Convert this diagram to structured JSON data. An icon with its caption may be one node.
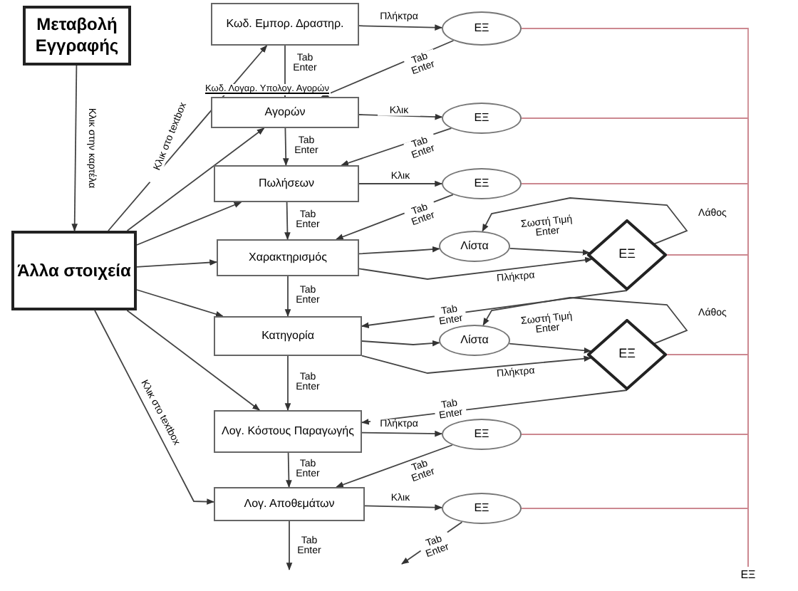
{
  "diagram": {
    "nodes": [
      {
        "text": [
          "Μεταβολή Εγγραφής"
        ]
      },
      {
        "text": [
          "Άλλα στοιχεία"
        ]
      },
      {
        "text": [
          "Κωδ. Εμπορ. Δραστηρ."
        ]
      },
      {
        "text": [
          "Αγορών"
        ],
        "beside": [
          "Κωδ. Λογαρ. Υπολογ. Αγορών"
        ]
      },
      {
        "text": [
          "Πωλήσεων"
        ]
      },
      {
        "text": [
          "Χαρακτηρισμός"
        ]
      },
      {
        "text": [
          "Κατηγορία"
        ]
      },
      {
        "text": [
          "Λογ. Κόστους Παραγωγής"
        ]
      },
      {
        "text": [
          "Λογ. Αποθεμάτων"
        ]
      },
      {
        "text": [
          "ΕΞ"
        ]
      },
      {
        "text": [
          "ΕΞ"
        ]
      },
      {
        "text": [
          "ΕΞ"
        ]
      },
      {
        "text": [
          "Λίστα"
        ]
      },
      {
        "text": [
          "ΕΞ"
        ]
      },
      {
        "text": [
          "Λίστα"
        ]
      },
      {
        "text": [
          "ΕΞ"
        ]
      },
      {
        "text": [
          "ΕΞ"
        ]
      },
      {
        "text": [
          "ΕΞ"
        ]
      },
      {
        "text": [
          "ΕΞ"
        ]
      }
    ],
    "edges": [
      {
        "from": 0,
        "to": 1,
        "arrow": "to",
        "label": "Κλικ στην καρτέλα"
      },
      {
        "from": 1,
        "to": 2,
        "arrow": "to",
        "label": "Κλικ στο textbox"
      },
      {
        "from": 1,
        "to": 3,
        "arrow": "to"
      },
      {
        "from": 1,
        "to": 4,
        "arrow": "to"
      },
      {
        "from": 1,
        "to": 5,
        "arrow": "to"
      },
      {
        "from": 1,
        "to": 6,
        "arrow": "to"
      },
      {
        "from": 1,
        "to": 7,
        "arrow": "to"
      },
      {
        "from": 1,
        "to": 8,
        "arrow": "to",
        "label": "Κλικ στο textbox"
      },
      {
        "from": 2,
        "to": 3,
        "arrow": "to",
        "label": "Tab Enter"
      },
      {
        "from": 3,
        "to": 4,
        "arrow": "to",
        "label": "Tab Enter"
      },
      {
        "from": 4,
        "to": 5,
        "arrow": "to",
        "label": "Tab Enter"
      },
      {
        "from": 5,
        "to": 6,
        "arrow": "to",
        "label": "Tab Enter"
      },
      {
        "from": 6,
        "to": 7,
        "arrow": "to",
        "label": "Tab Enter"
      },
      {
        "from": 7,
        "to": 8,
        "arrow": "to",
        "label": "Tab Enter"
      },
      {
        "from": 8,
        "to": null,
        "arrow": "to",
        "label": "Tab Enter"
      },
      {
        "from": 2,
        "to": 9,
        "arrow": "to",
        "label": "Πλήκτρα"
      },
      {
        "from": 9,
        "to": 3,
        "arrow": "to",
        "label": "Tab Enter"
      },
      {
        "from": 3,
        "to": 10,
        "arrow": "to",
        "label": "Κλικ"
      },
      {
        "from": 10,
        "to": 4,
        "arrow": "to",
        "label": "Tab Enter"
      },
      {
        "from": 4,
        "to": 11,
        "arrow": "to",
        "label": "Κλικ"
      },
      {
        "from": 11,
        "to": 5,
        "arrow": "to",
        "label": "Tab Enter"
      },
      {
        "from": 5,
        "to": 12,
        "arrow": "to"
      },
      {
        "from": 12,
        "to": 13,
        "arrow": "to",
        "label": "Σωστή Τιμή Enter"
      },
      {
        "from": 13,
        "to": 12,
        "arrow": "to",
        "label": "Λάθος"
      },
      {
        "from": 5,
        "to": 13,
        "arrow": "to",
        "label": "Πλήκτρα"
      },
      {
        "from": 13,
        "to": 6,
        "arrow": "to",
        "label": "Tab Enter"
      },
      {
        "from": 6,
        "to": 14,
        "arrow": "to"
      },
      {
        "from": 14,
        "to": 15,
        "arrow": "to",
        "label": "Σωστή Τιμή Enter"
      },
      {
        "from": 15,
        "to": 14,
        "arrow": "to",
        "label": "Λάθος"
      },
      {
        "from": 6,
        "to": 15,
        "arrow": "to",
        "label": "Πλήκτρα"
      },
      {
        "from": 15,
        "to": 7,
        "arrow": "to",
        "label": "Tab Enter"
      },
      {
        "from": 7,
        "to": 16,
        "arrow": "to",
        "label": "Πλήκτρα"
      },
      {
        "from": 16,
        "to": 8,
        "arrow": "to",
        "label": "Tab Enter"
      },
      {
        "from": 8,
        "to": 17,
        "arrow": "to",
        "label": "Κλικ"
      },
      {
        "from": 17,
        "to": null,
        "arrow": "to",
        "label": "Tab Enter"
      },
      {
        "from": 9,
        "to": 18,
        "arrow": "none",
        "color": "#cc8890"
      },
      {
        "from": 10,
        "to": 18,
        "arrow": "none",
        "color": "#cc8890"
      },
      {
        "from": 11,
        "to": 18,
        "arrow": "none",
        "color": "#cc8890"
      },
      {
        "from": 13,
        "to": 18,
        "arrow": "none",
        "color": "#cc8890"
      },
      {
        "from": 15,
        "to": 18,
        "arrow": "none",
        "color": "#cc8890"
      },
      {
        "from": 16,
        "to": 18,
        "arrow": "none",
        "color": "#cc8890"
      },
      {
        "from": 17,
        "to": 18,
        "arrow": "none",
        "color": "#cc8890"
      }
    ]
  }
}
